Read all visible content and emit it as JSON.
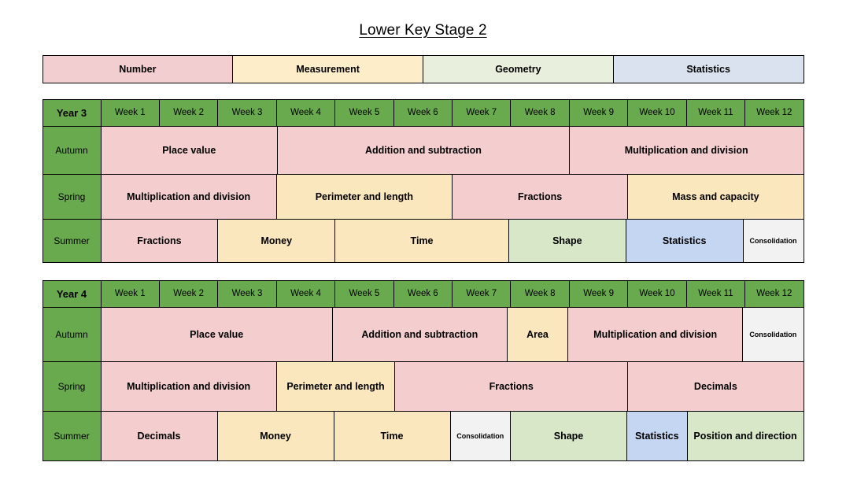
{
  "page": {
    "title": "Lower Key Stage 2"
  },
  "legend": {
    "items": [
      {
        "label": "Number",
        "color": "#f2ced0"
      },
      {
        "label": "Measurement",
        "color": "#fdeec9"
      },
      {
        "label": "Geometry",
        "color": "#e8efdd"
      },
      {
        "label": "Statistics",
        "color": "#dae2ef"
      }
    ]
  },
  "colors": {
    "number": "#f4cdcf",
    "measurement": "#fbe7bd",
    "geometry": "#d7e7c8",
    "statistics": "#c5d6f2",
    "consolidation": "#f2f2f2",
    "header_green": "#6aaa4f",
    "border": "#000000"
  },
  "weeks": [
    "Week 1",
    "Week 2",
    "Week 3",
    "Week 4",
    "Week 5",
    "Week 6",
    "Week 7",
    "Week 8",
    "Week 9",
    "Week 10",
    "Week 11",
    "Week 12"
  ],
  "years": [
    {
      "name": "Year 3",
      "terms": [
        {
          "label": "Autumn",
          "blocks": [
            {
              "label": "Place value",
              "weeks": 3,
              "color": "#f4cdcf"
            },
            {
              "label": "Addition and subtraction",
              "weeks": 5,
              "color": "#f4cdcf"
            },
            {
              "label": "Multiplication and division",
              "weeks": 4,
              "color": "#f4cdcf"
            }
          ]
        },
        {
          "label": "Spring",
          "blocks": [
            {
              "label": "Multiplication and division",
              "weeks": 3,
              "color": "#f4cdcf"
            },
            {
              "label": "Perimeter and length",
              "weeks": 3,
              "color": "#fbe7bd"
            },
            {
              "label": "Fractions",
              "weeks": 3,
              "color": "#f4cdcf"
            },
            {
              "label": "Mass and capacity",
              "weeks": 3,
              "color": "#fbe7bd"
            }
          ]
        },
        {
          "label": "Summer",
          "blocks": [
            {
              "label": "Fractions",
              "weeks": 2,
              "color": "#f4cdcf"
            },
            {
              "label": "Money",
              "weeks": 2,
              "color": "#fbe7bd"
            },
            {
              "label": "Time",
              "weeks": 3,
              "color": "#fbe7bd"
            },
            {
              "label": "Shape",
              "weeks": 2,
              "color": "#d7e7c8"
            },
            {
              "label": "Statistics",
              "weeks": 2,
              "color": "#c5d6f2"
            },
            {
              "label": "Consolidation",
              "weeks": 1,
              "color": "#f2f2f2",
              "small": true
            }
          ]
        }
      ]
    },
    {
      "name": "Year 4",
      "terms": [
        {
          "label": "Autumn",
          "blocks": [
            {
              "label": "Place value",
              "weeks": 4,
              "color": "#f4cdcf"
            },
            {
              "label": "Addition and subtraction",
              "weeks": 3,
              "color": "#f4cdcf"
            },
            {
              "label": "Area",
              "weeks": 1,
              "color": "#fbe7bd"
            },
            {
              "label": "Multiplication and division",
              "weeks": 3,
              "color": "#f4cdcf"
            },
            {
              "label": "Consolidation",
              "weeks": 1,
              "color": "#f2f2f2",
              "small": true
            }
          ]
        },
        {
          "label": "Spring",
          "blocks": [
            {
              "label": "Multiplication and division",
              "weeks": 3,
              "color": "#f4cdcf"
            },
            {
              "label": "Perimeter and length",
              "weeks": 2,
              "color": "#fbe7bd"
            },
            {
              "label": "Fractions",
              "weeks": 4,
              "color": "#f4cdcf"
            },
            {
              "label": "Decimals",
              "weeks": 3,
              "color": "#f4cdcf"
            }
          ]
        },
        {
          "label": "Summer",
          "blocks": [
            {
              "label": "Decimals",
              "weeks": 2,
              "color": "#f4cdcf"
            },
            {
              "label": "Money",
              "weeks": 2,
              "color": "#fbe7bd"
            },
            {
              "label": "Time",
              "weeks": 2,
              "color": "#fbe7bd"
            },
            {
              "label": "Consolidation",
              "weeks": 1,
              "color": "#f2f2f2",
              "small": true
            },
            {
              "label": "Shape",
              "weeks": 2,
              "color": "#d7e7c8"
            },
            {
              "label": "Statistics",
              "weeks": 1,
              "color": "#c5d6f2"
            },
            {
              "label": "Position and direction",
              "weeks": 2,
              "color": "#d7e7c8"
            }
          ]
        }
      ]
    }
  ]
}
